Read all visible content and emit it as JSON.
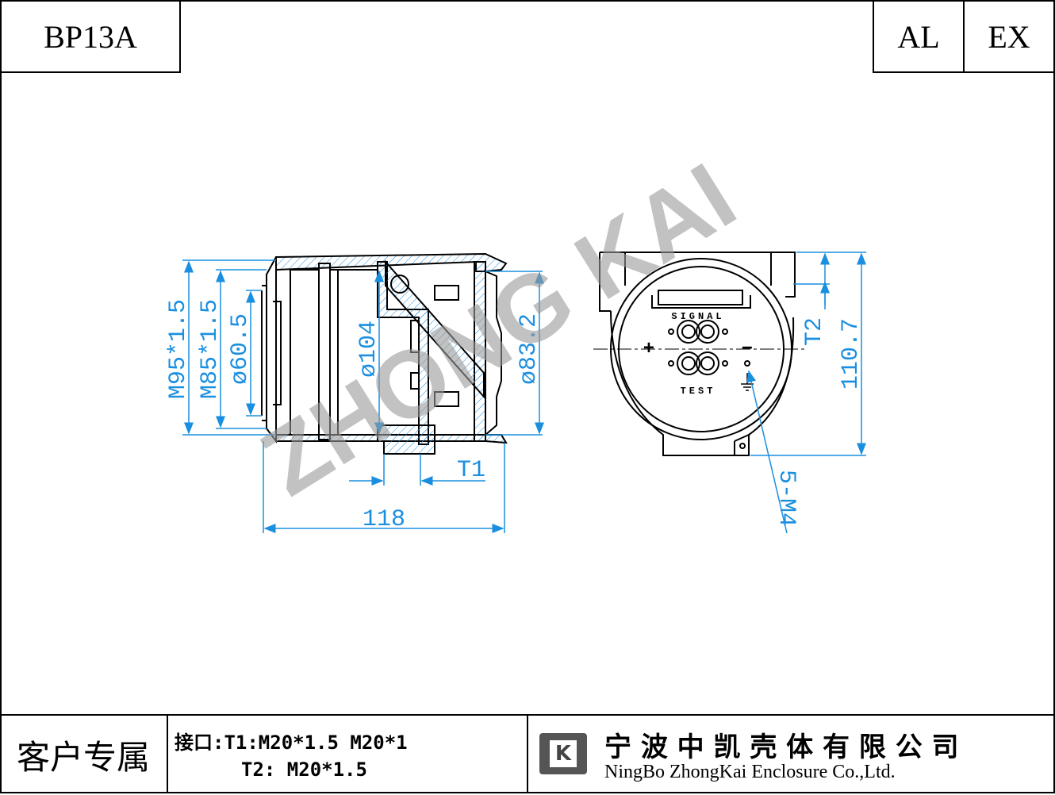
{
  "header": {
    "model": "BP13A",
    "material": "AL",
    "rating": "EX"
  },
  "drawing": {
    "dimensions": {
      "m95": "M95*1.5",
      "m85": "M85*1.5",
      "d60": "ø60.5",
      "d104": "ø104",
      "d83": "ø83.2",
      "t1": "T1",
      "len118": "118",
      "t2": "T2",
      "h110": "110.7",
      "m4": "5-M4"
    },
    "face_labels": {
      "signal": "SIGNAL",
      "test": "TEST",
      "plus": "+",
      "minus": "−"
    },
    "watermark": "ZHONG KAI",
    "colors": {
      "dimension": "#1a8fe0",
      "line": "#000000",
      "watermark": "#9a9a9a"
    }
  },
  "footer": {
    "customer_label": "客户专属",
    "ports_line1": "接口:T1:M20*1.5 M20*1",
    "ports_line2": "T2: M20*1.5",
    "company_cn": "宁 波 中 凯 壳 体 有 限 公 司",
    "company_en": "NingBo ZhongKai Enclosure Co.,Ltd.",
    "logo_letter": "K"
  }
}
